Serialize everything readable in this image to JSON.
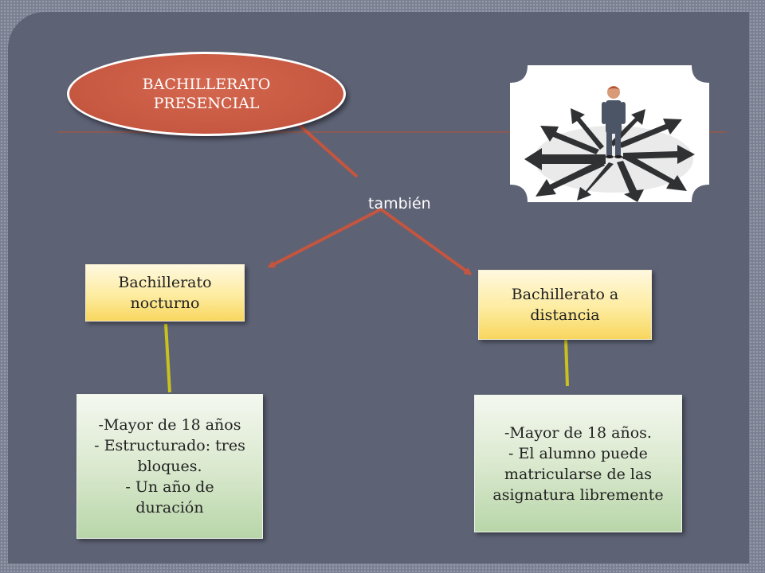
{
  "root": {
    "label": "BACHILLERATO\nPRESENCIAL"
  },
  "connector_label": "también",
  "branches": [
    {
      "title": "Bachillerato\nnocturno",
      "details": "-Mayor de 18 años\n- Estructurado: tres\nbloques.\n- Un año de\nduración"
    },
    {
      "title": "Bachillerato a\ndistancia",
      "details": "-Mayor de 18 años.\n- El alumno puede\nmatricularse de las\nasignatura libremente"
    }
  ],
  "picture": {
    "icon": "crossroads-person-arrows-icon"
  },
  "colors": {
    "slide_bg": "#5d6275",
    "root_fill": "#c65740",
    "arrow": "#c4553f",
    "yellow_box": "#fdeca0",
    "green_box": "#c7dfb9",
    "yellow_line": "#c9c21e"
  }
}
